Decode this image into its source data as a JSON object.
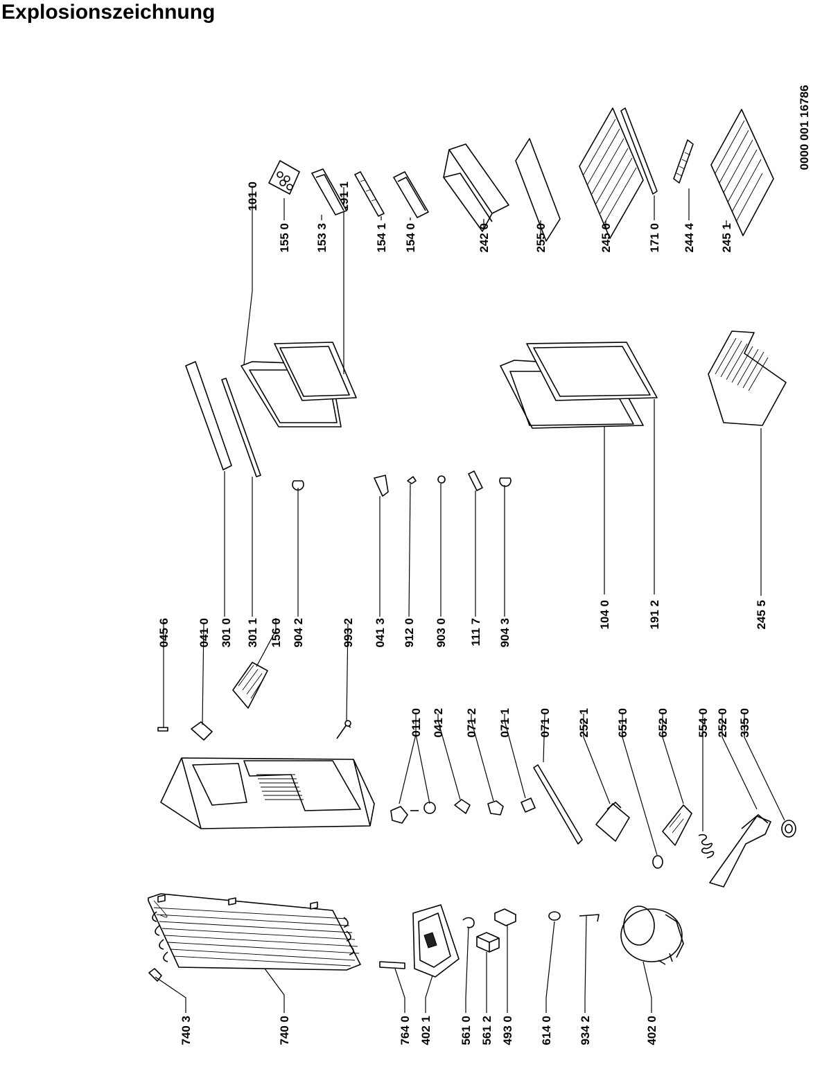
{
  "title": "Explosionszeichnung",
  "document_id": "0000 001 16786",
  "parts": {
    "p7403": "740 3",
    "p7400": "740 0",
    "p7640": "764 0",
    "p4021": "402 1",
    "p5610": "561 0",
    "p5612": "561 2",
    "p4930": "493 0",
    "p6140": "614 0",
    "p9342": "934 2",
    "p4020": "402 0",
    "p0456": "045 6",
    "p0410": "041 0",
    "p3010": "301 0",
    "p3011": "301 1",
    "p1560": "156 0",
    "p9042": "904 2",
    "p9932": "993 2",
    "p0110": "011 0",
    "p0412": "041 2",
    "p0712": "071 2",
    "p0711": "071 1",
    "p0710": "071 0",
    "p2521": "252 1",
    "p6510": "651 0",
    "p6520": "652 0",
    "p5540": "554 0",
    "p2520": "252 0",
    "p3350": "335 0",
    "p0413": "041 3",
    "p9120": "912 0",
    "p9030": "903 0",
    "p1117": "111 7",
    "p9043": "904 3",
    "p1040": "104 0",
    "p1912": "191 2",
    "p2455": "245 5",
    "p1010": "101 0",
    "p1550": "155 0",
    "p1533": "153 3",
    "p1911": "191 1",
    "p1541": "154 1",
    "p1540": "154 0",
    "p2420": "242 0",
    "p2550": "255 0",
    "p2450": "245 0",
    "p1710": "171 0",
    "p2444": "244 4",
    "p2451": "245 1"
  }
}
